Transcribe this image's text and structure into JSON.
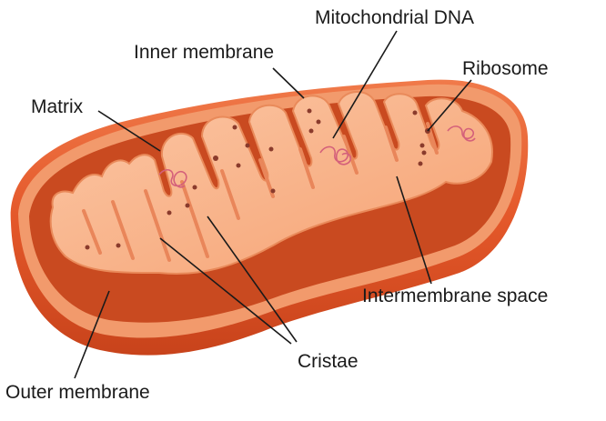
{
  "labels": {
    "mitochondrial_dna": "Mitochondrial DNA",
    "inner_membrane": "Inner membrane",
    "ribosome": "Ribosome",
    "matrix": "Matrix",
    "intermembrane_space": "Intermembrane space",
    "cristae": "Cristae",
    "outer_membrane": "Outer membrane"
  },
  "colors": {
    "outer_membrane": "#e4582a",
    "outer_membrane_dark": "#b93a16",
    "intermembrane_space": "#c94a20",
    "inner_membrane": "#f7a477",
    "matrix": "#f9b48c",
    "dots": "#8a3b2c",
    "leader_lines": "#1a1a1a"
  }
}
